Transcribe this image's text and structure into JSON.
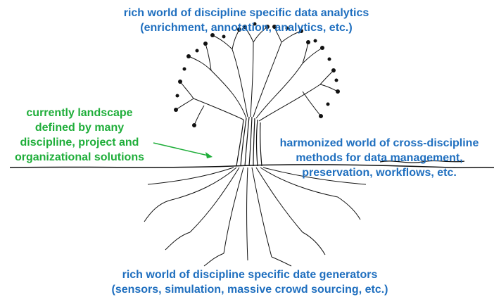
{
  "captions": {
    "top": [
      "rich world of discipline specific data analytics",
      "(enrichment, annotation, analytics, etc.)"
    ],
    "left": [
      "currently landscape",
      "defined by many",
      "discipline, project and",
      "organizational solutions"
    ],
    "right": [
      "harmonized world of cross-discipline",
      "methods for data management,",
      "preservation, workflows, etc."
    ],
    "bottom": [
      "rich world of discipline specific date generators",
      "(sensors, simulation, massive crowd sourcing, etc.)"
    ]
  },
  "colors": {
    "blue": "#1f6fbf",
    "green": "#1fae3a",
    "ink": "#111111"
  }
}
